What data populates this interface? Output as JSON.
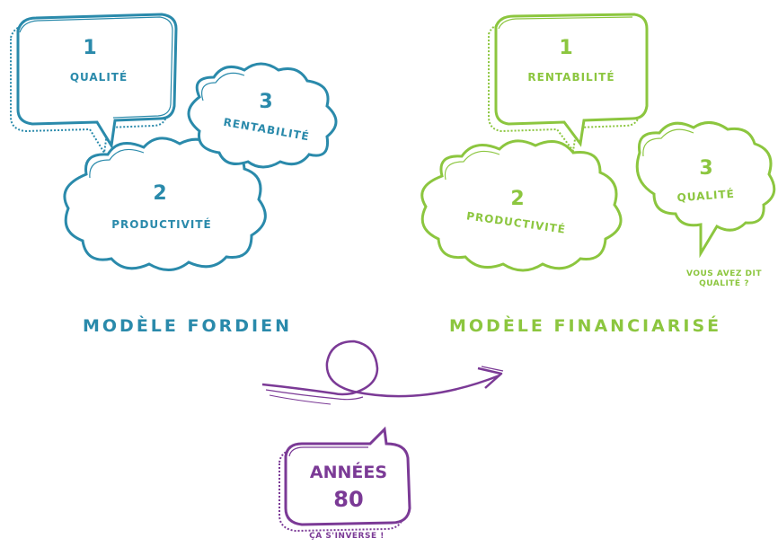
{
  "colors": {
    "fordien": "#2a8aab",
    "financiarise": "#8cc63f",
    "transition": "#7b3a96"
  },
  "fordien": {
    "caption": "MODÈLE FORDIEN",
    "items": [
      {
        "rank": "1",
        "label": "QUALITÉ"
      },
      {
        "rank": "2",
        "label": "PRODUCTIVITÉ"
      },
      {
        "rank": "3",
        "label": "RENTABILITÉ"
      }
    ]
  },
  "financiarise": {
    "caption": "MODÈLE FINANCIARISÉ",
    "items": [
      {
        "rank": "1",
        "label": "RENTABILITÉ"
      },
      {
        "rank": "2",
        "label": "PRODUCTIVITÉ"
      },
      {
        "rank": "3",
        "label": "QUALITÉ"
      }
    ],
    "note": "VOUS AVEZ DIT\nQUALITÉ ?"
  },
  "transition": {
    "title_line1": "ANNÉES",
    "title_line2": "80",
    "note": "ÇA S'INVERSE !"
  }
}
